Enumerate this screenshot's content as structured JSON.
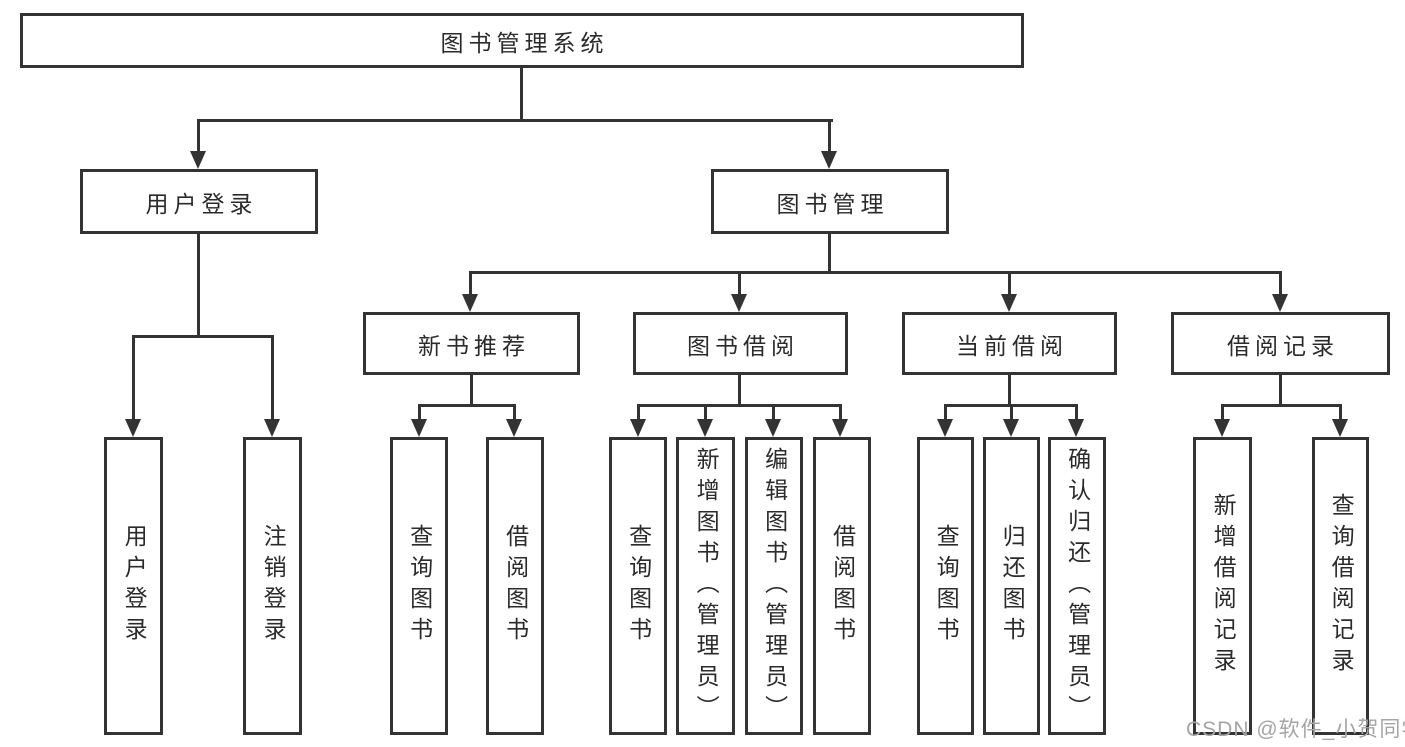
{
  "colors": {
    "line": "#333333",
    "text": "#2b2b2b",
    "background": "#ffffff",
    "watermark": "#a5a5a5"
  },
  "watermark": {
    "text": "CSDN @软件_小贺同学"
  },
  "diagram": {
    "type": "hierarchy-tree",
    "root": {
      "label": "图书管理系统",
      "children": [
        {
          "label": "用户登录",
          "children": [
            {
              "label": "用户登录"
            },
            {
              "label": "注销登录"
            }
          ]
        },
        {
          "label": "图书管理",
          "children": [
            {
              "label": "新书推荐",
              "children": [
                {
                  "label": "查询图书"
                },
                {
                  "label": "借阅图书"
                }
              ]
            },
            {
              "label": "图书借阅",
              "children": [
                {
                  "label": "查询图书"
                },
                {
                  "label": "新增图书（管理员）"
                },
                {
                  "label": "编辑图书（管理员）"
                },
                {
                  "label": "借阅图书"
                }
              ]
            },
            {
              "label": "当前借阅",
              "children": [
                {
                  "label": "查询图书"
                },
                {
                  "label": "归还图书"
                },
                {
                  "label": "确认归还（管理员）"
                }
              ]
            },
            {
              "label": "借阅记录",
              "children": [
                {
                  "label": "新增借阅记录"
                },
                {
                  "label": "查询借阅记录"
                }
              ]
            }
          ]
        }
      ]
    }
  }
}
